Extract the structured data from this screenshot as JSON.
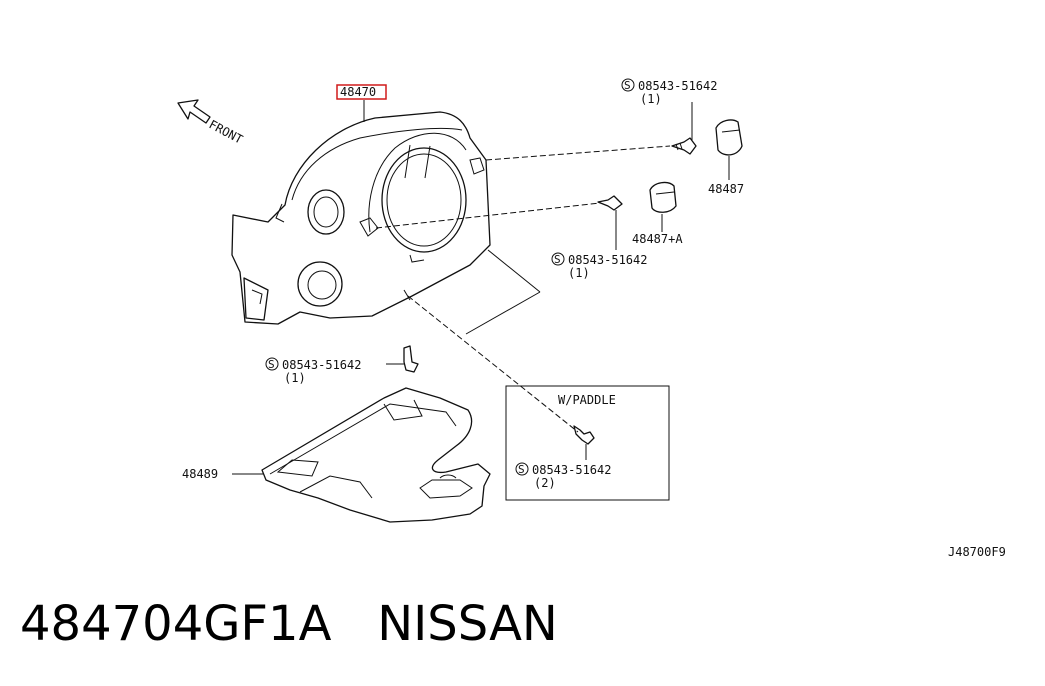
{
  "diagram": {
    "main_part": "48470",
    "front": "FRONT",
    "screw_label": "08543-51642",
    "screw_qty_1": "(1)",
    "screw_qty_2": "(2)",
    "s_symbol": "S",
    "part_48487": "48487",
    "part_48487a": "48487+A",
    "part_48489": "48489",
    "paddle_box": "W/PADDLE",
    "code": "J48700F9",
    "highlight_color": "#d11a1a"
  },
  "caption": {
    "part_number": "484704GF1A",
    "brand": "NISSAN"
  }
}
